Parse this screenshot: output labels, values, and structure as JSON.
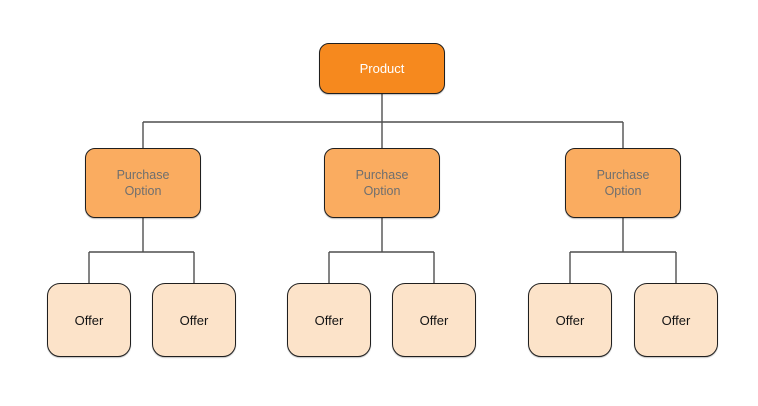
{
  "diagram": {
    "product": {
      "label": "Product"
    },
    "purchase_options": [
      {
        "label": "Purchase Option",
        "offers": [
          {
            "label": "Offer"
          },
          {
            "label": "Offer"
          }
        ]
      },
      {
        "label": "Purchase Option",
        "offers": [
          {
            "label": "Offer"
          },
          {
            "label": "Offer"
          }
        ]
      },
      {
        "label": "Purchase Option",
        "offers": [
          {
            "label": "Offer"
          },
          {
            "label": "Offer"
          }
        ]
      }
    ]
  },
  "colors": {
    "background": "#FFFFFF",
    "product_fill": "#F6891E",
    "product_text": "#FFFFFF",
    "purchase_option_fill": "#FAAC60",
    "purchase_option_text": "#6F6F6F",
    "offer_fill": "#FCE3C9",
    "offer_text": "#141414",
    "node_border": "#1F1F1F",
    "connector": "#4F4F4F"
  }
}
